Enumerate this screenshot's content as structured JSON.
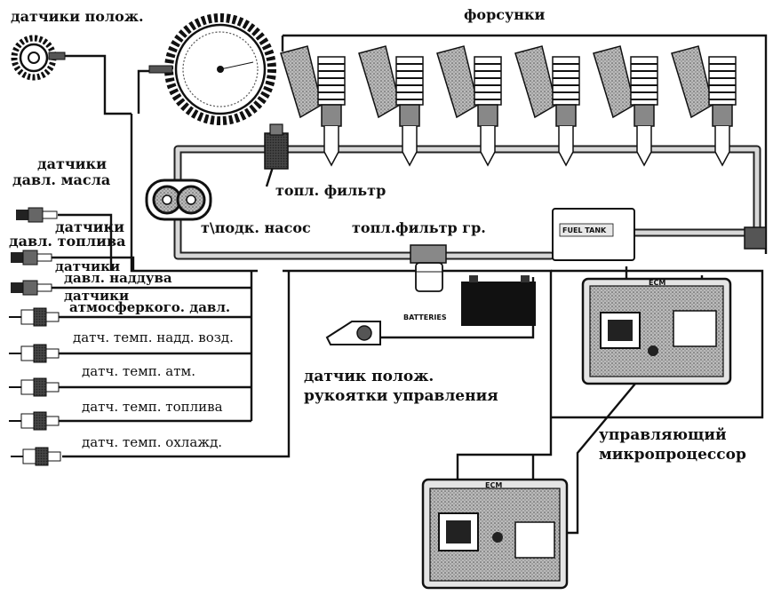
{
  "labels": {
    "position_sensors": "датчики полож.",
    "injectors": "форсунки",
    "oil_pressure_1": "датчики",
    "oil_pressure_2": "давл. масла",
    "fuel_pressure_1": "датчики",
    "fuel_pressure_2": "давл. топлива",
    "boost_1": "датчики",
    "boost_2": "давл. наддува",
    "atm_1": "датчики",
    "atm_2": "атмосферкого. давл.",
    "temp_boost_air": "датч. темп. надд. возд.",
    "temp_atm": "датч. темп. атм.",
    "temp_fuel": "датч. темп. топлива",
    "temp_coolant": "датч. темп. охлажд.",
    "fuel_filter": "топл. фильтр",
    "feed_pump": "т\\подк. насос",
    "coarse_filter": "топл.фильтр гр.",
    "throttle_1": "датчик  полож.",
    "throttle_2": "рукоятки управления",
    "ecu_1": "управляющий",
    "ecu_2": "микропроцессор"
  },
  "component_text": {
    "fuel_tank": "FUEL TANK",
    "batteries": "BATTERIES",
    "ecm_top": "ECM",
    "ecm_bottom": "ECM"
  },
  "icons": [
    "gear-icon",
    "sensor-icon",
    "injector-icon",
    "pump-icon",
    "filter-icon",
    "battery-icon",
    "tank-icon",
    "ecm-icon"
  ]
}
